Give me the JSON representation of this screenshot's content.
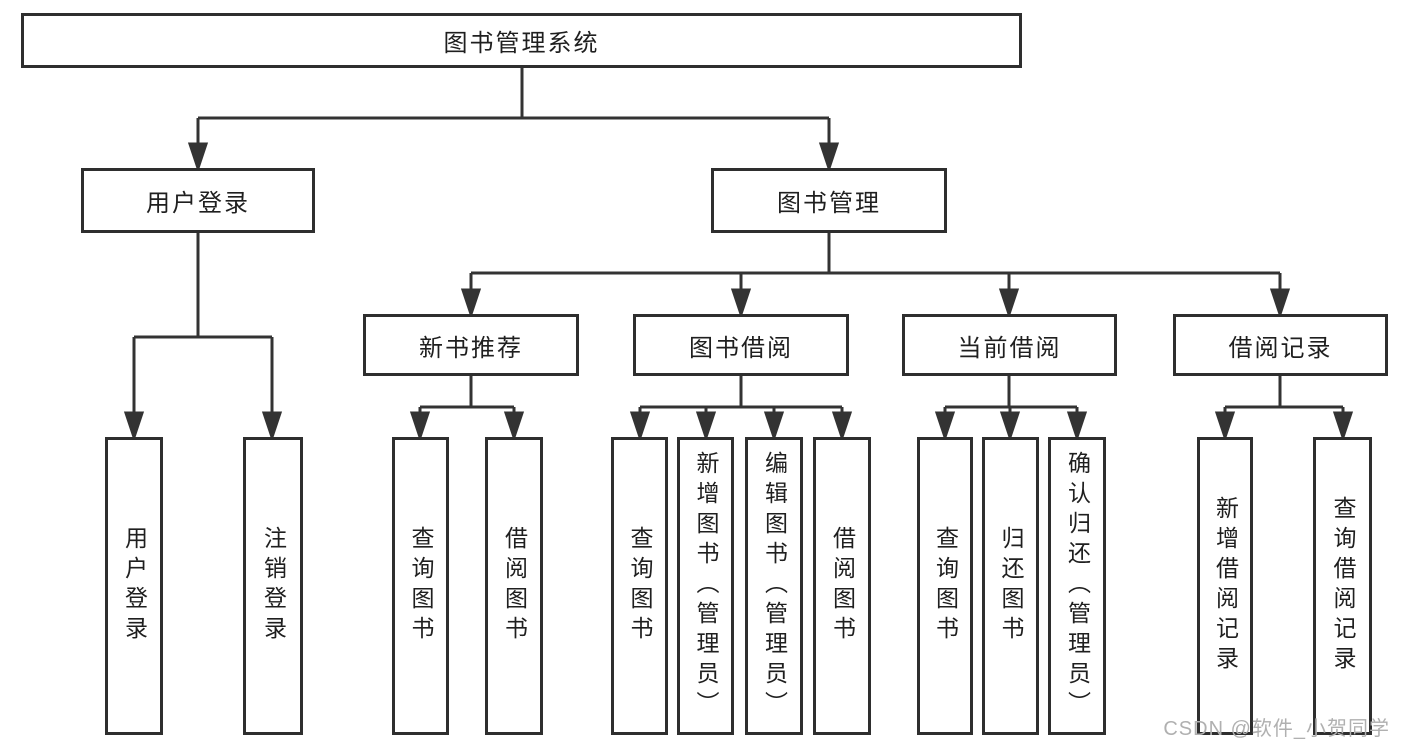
{
  "diagram_title": "图书管理系统",
  "tree": {
    "label": "图书管理系统",
    "children": [
      {
        "label": "用户登录",
        "children": [
          {
            "label": "用户登录"
          },
          {
            "label": "注销登录"
          }
        ]
      },
      {
        "label": "图书管理",
        "children": [
          {
            "label": "新书推荐",
            "children": [
              {
                "label": "查询图书"
              },
              {
                "label": "借阅图书"
              }
            ]
          },
          {
            "label": "图书借阅",
            "children": [
              {
                "label": "查询图书"
              },
              {
                "label": "新增图书（管理员）"
              },
              {
                "label": "编辑图书（管理员）"
              },
              {
                "label": "借阅图书"
              }
            ]
          },
          {
            "label": "当前借阅",
            "children": [
              {
                "label": "查询图书"
              },
              {
                "label": "归还图书"
              },
              {
                "label": "确认归还（管理员）"
              }
            ]
          },
          {
            "label": "借阅记录",
            "children": [
              {
                "label": "新增借阅记录"
              },
              {
                "label": "查询借阅记录"
              }
            ]
          }
        ]
      }
    ]
  },
  "watermark": {
    "text": "CSDN @软件_小贺同学"
  },
  "colors": {
    "line": "#333333",
    "box_border": "#2e2e2e",
    "box_fill": "#ffffff",
    "text": "#1f1f1f",
    "watermark_text": "#b0b0b0",
    "background": "#ffffff"
  }
}
